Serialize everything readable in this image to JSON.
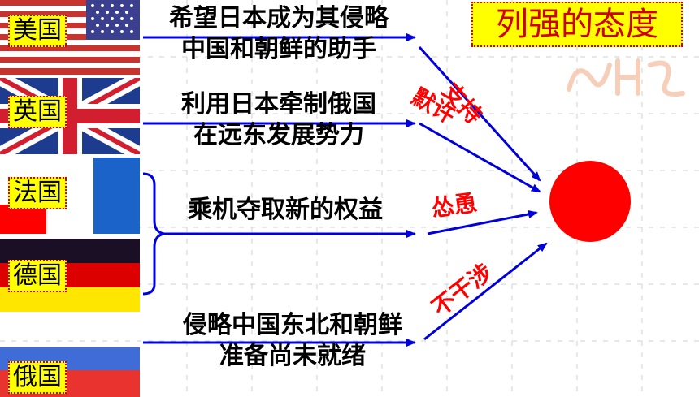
{
  "title": "列强的态度",
  "countries": [
    {
      "name": "美国"
    },
    {
      "name": "英国"
    },
    {
      "name": "法国"
    },
    {
      "name": "德国"
    },
    {
      "name": "俄国"
    }
  ],
  "policies": [
    {
      "line1": "希望日本成为其侵略",
      "line2": "中国和朝鲜的助手"
    },
    {
      "line1": "利用日本牵制俄国",
      "line2": "在远东发展势力"
    },
    {
      "line1": "乘机夺取新的权益"
    },
    {
      "line1": "侵略中国东北和朝鲜",
      "line2": "准备尚未就绪"
    }
  ],
  "attitudes": [
    "支持",
    "默许",
    "怂恿",
    "不干涉"
  ],
  "colors": {
    "arrow": "#0000dd",
    "label_bg": "#ffff00",
    "attitude": "#ff0000",
    "japan_disc": "#ff0000"
  }
}
